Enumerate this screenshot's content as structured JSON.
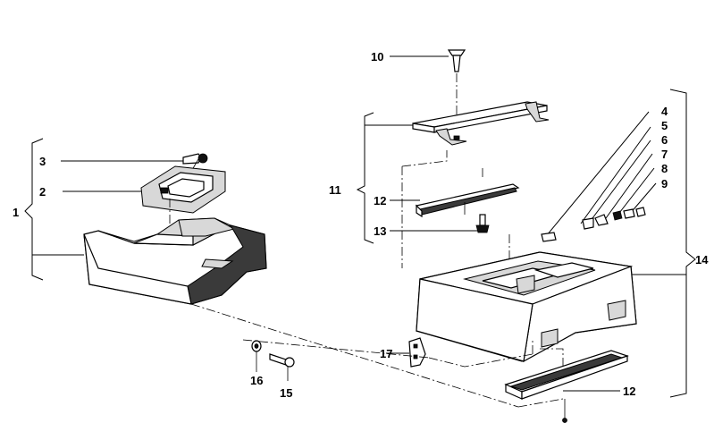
{
  "diagram": {
    "callouts": [
      "1",
      "2",
      "3",
      "4",
      "5",
      "6",
      "7",
      "8",
      "9",
      "10",
      "11",
      "12",
      "13",
      "14",
      "15",
      "16",
      "17",
      "12"
    ],
    "colors": {
      "line": "#000000",
      "background": "#ffffff",
      "shade": "#d8d8d8",
      "dark": "#3a3a3a"
    }
  }
}
